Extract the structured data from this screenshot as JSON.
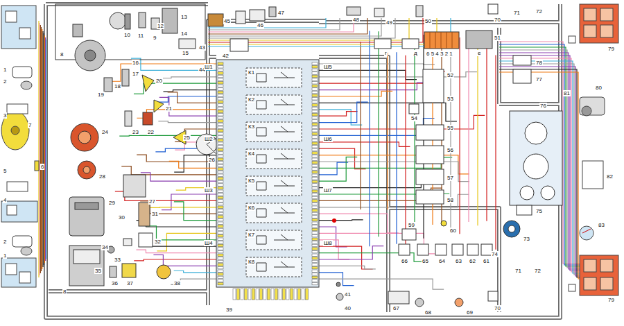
{
  "diagram": {
    "labels": [
      "1",
      "2",
      "3",
      "7",
      "5",
      "6",
      "4",
      "2",
      "1",
      "8",
      "9",
      "10",
      "11",
      "12",
      "13",
      "14",
      "15",
      "16",
      "17",
      "18",
      "19",
      "20",
      "21",
      "22",
      "23",
      "24",
      "25",
      "26",
      "27",
      "28",
      "29",
      "30",
      "31",
      "32",
      "33",
      "34",
      "35",
      "36",
      "37",
      "38",
      "39",
      "40",
      "41",
      "42",
      "43",
      "44",
      "45",
      "46",
      "47",
      "48",
      "49",
      "50",
      "51",
      "52",
      "53",
      "54",
      "55",
      "56",
      "57",
      "58",
      "59",
      "60",
      "61",
      "62",
      "63",
      "64",
      "65",
      "66",
      "67",
      "68",
      "69",
      "70",
      "71",
      "72",
      "73",
      "74",
      "75",
      "76",
      "77",
      "78",
      "79",
      "79",
      "80",
      "81",
      "82",
      "83",
      "70",
      "71",
      "72",
      "8",
      "Ш1",
      "Ш2",
      "Ш3",
      "Ш4",
      "Ш5",
      "Ш6",
      "Ш7",
      "Ш8",
      "6 5 4 3 2 1",
      "К1",
      "К2",
      "К3",
      "К4",
      "К5",
      "К6",
      "К7",
      "К8",
      "г",
      "д",
      "е"
    ]
  }
}
